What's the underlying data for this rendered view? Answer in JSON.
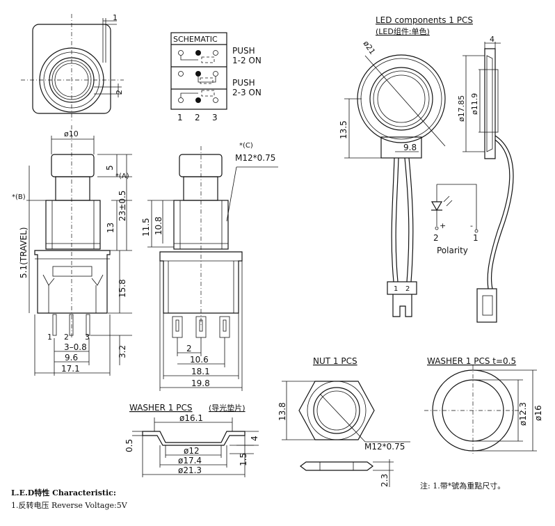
{
  "top_view": {
    "dim_1": "1",
    "dim_2": "2"
  },
  "schematic": {
    "title": "SCHEMATIC",
    "push_label_1": "PUSH",
    "push_state_1": "1-2  ON",
    "push_label_2": "PUSH",
    "push_state_2": "2-3  ON",
    "pin_labels": [
      "1",
      "2",
      "3"
    ]
  },
  "side_view": {
    "dim_dia10": "ø10",
    "dim_5": "5",
    "mark_a": "*(A)",
    "dim_23": "23±0.5",
    "mark_b": "*(B)",
    "dim_travel": "5.1(TRAVEL)",
    "dim_13": "13",
    "dim_15_8": "15.8",
    "dim_3_2": "3.2",
    "pin_labels": [
      "1",
      "2",
      "3"
    ],
    "dim_3_08": "3–0.8",
    "dim_9_6": "9.6",
    "dim_17_1": "17.1"
  },
  "front_view": {
    "mark_c": "*(C)",
    "thread": "M12*0.75",
    "dim_11_5": "11.5",
    "dim_10_8": "10.8",
    "dim_2": "2",
    "dim_10_6": "10.6",
    "dim_18_1": "18.1",
    "dim_19_8": "19.8"
  },
  "led": {
    "title": "LED components 1 PCS",
    "subtitle": "(LED组件:单色)",
    "dim_21": "ø21",
    "dim_13_5": "13.5",
    "dim_9_8": "9.8",
    "dim_4": "4",
    "dim_17_85": "ø17.85",
    "dim_11_9": "ø11.9",
    "wire_labels": [
      "1",
      "2"
    ],
    "polarity": {
      "plus": "+",
      "minus": "-",
      "pin_2": "2",
      "pin_1": "1",
      "label": "Polarity"
    }
  },
  "washer_light": {
    "title": "WASHER 1 PCS",
    "subtitle": "(导光垫片)",
    "dim_16_1": "ø16.1",
    "dim_0_5": "0.5",
    "dim_4": "4",
    "dim_12": "ø12",
    "dim_17_4": "ø17.4",
    "dim_21_3": "ø21.3",
    "dim_1_5": "1.5"
  },
  "nut": {
    "title": "NUT  1 PCS",
    "dim_13_8": "13.8",
    "thread": "M12*0.75",
    "dim_2_3": "2.3"
  },
  "washer": {
    "title": "WASHER 1 PCS  t=0.5",
    "dim_12_3": "ø12.3",
    "dim_16": "ø16"
  },
  "notes": {
    "right_note": "注: 1.带*號為重點尺寸。",
    "line1": "L.E.D特性 Characteristic:",
    "line2": "1.反转电压 Reverse Voltage:5V"
  }
}
